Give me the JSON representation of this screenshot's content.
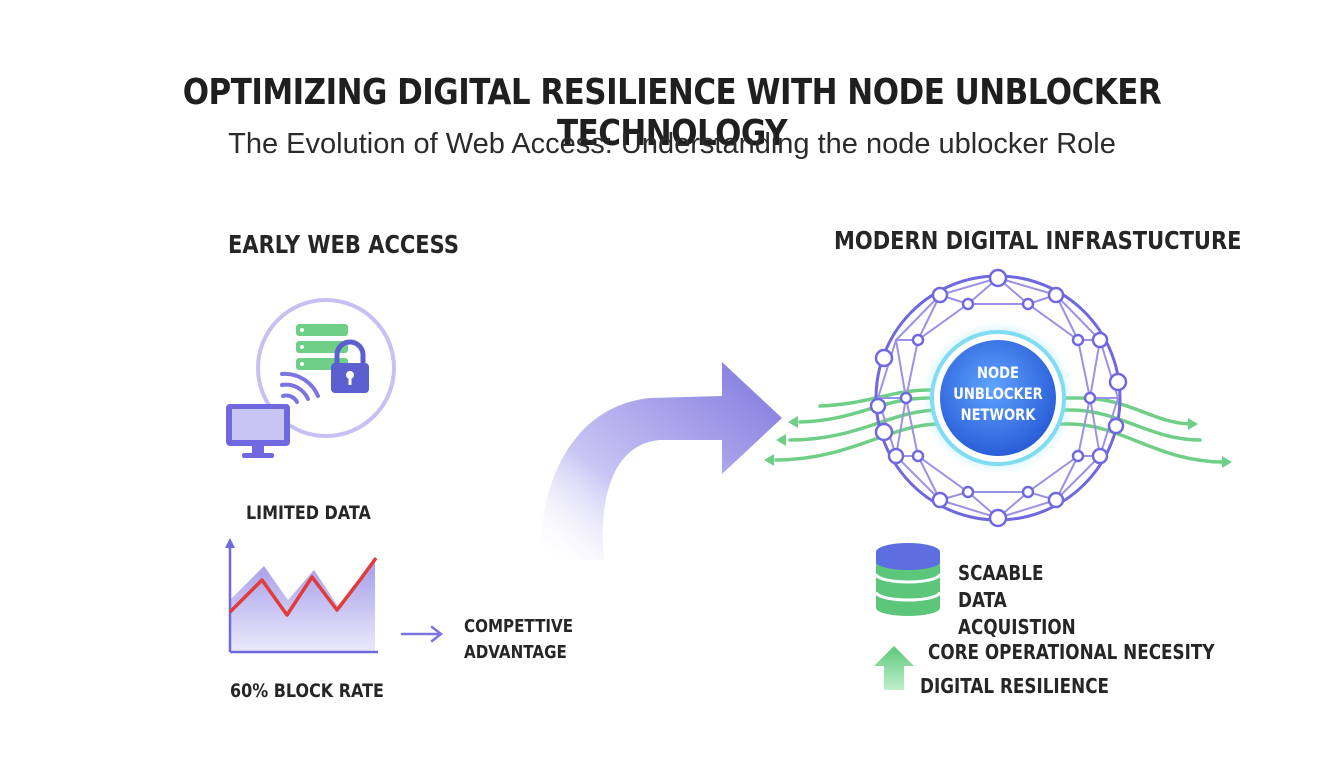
{
  "title": "OPTIMIZING DIGITAL RESILIENCE WITH NODE UNBLOCKER TECHNOLOGY",
  "subtitle": "The Evolution of Web Access: Understanding the node ublocker Role",
  "left": {
    "heading": "EARLY WEB ACCESS",
    "limited_label": "LIMITED DATA",
    "block_label": "60% BLOCK RATE",
    "competitive_label": "COMPETTIVE ADVANTAGE",
    "icons": [
      "server-icon",
      "lock-icon",
      "monitor-icon",
      "wifi-icon",
      "line-chart-icon"
    ]
  },
  "right": {
    "heading": "MODERN DIGITAL INFRASTUCTURE",
    "hub_lines": [
      "NODE",
      "UNBLOCKER",
      "NETWORK"
    ],
    "scalable_label": "SCAABLE DATA ACQUISTION",
    "core_label": "CORE OPERATIONAL NECESITY",
    "resilience_label": "DIGITAL RESILIENCE",
    "icons": [
      "network-globe-icon",
      "database-icon",
      "up-arrow-icon"
    ]
  },
  "colors": {
    "purple": "#6f68d8",
    "light_purple": "#b7b2f0",
    "green": "#5cc77a",
    "blue": "#2f6fe0",
    "cyan": "#6fd3f2",
    "red": "#e23b3b"
  }
}
